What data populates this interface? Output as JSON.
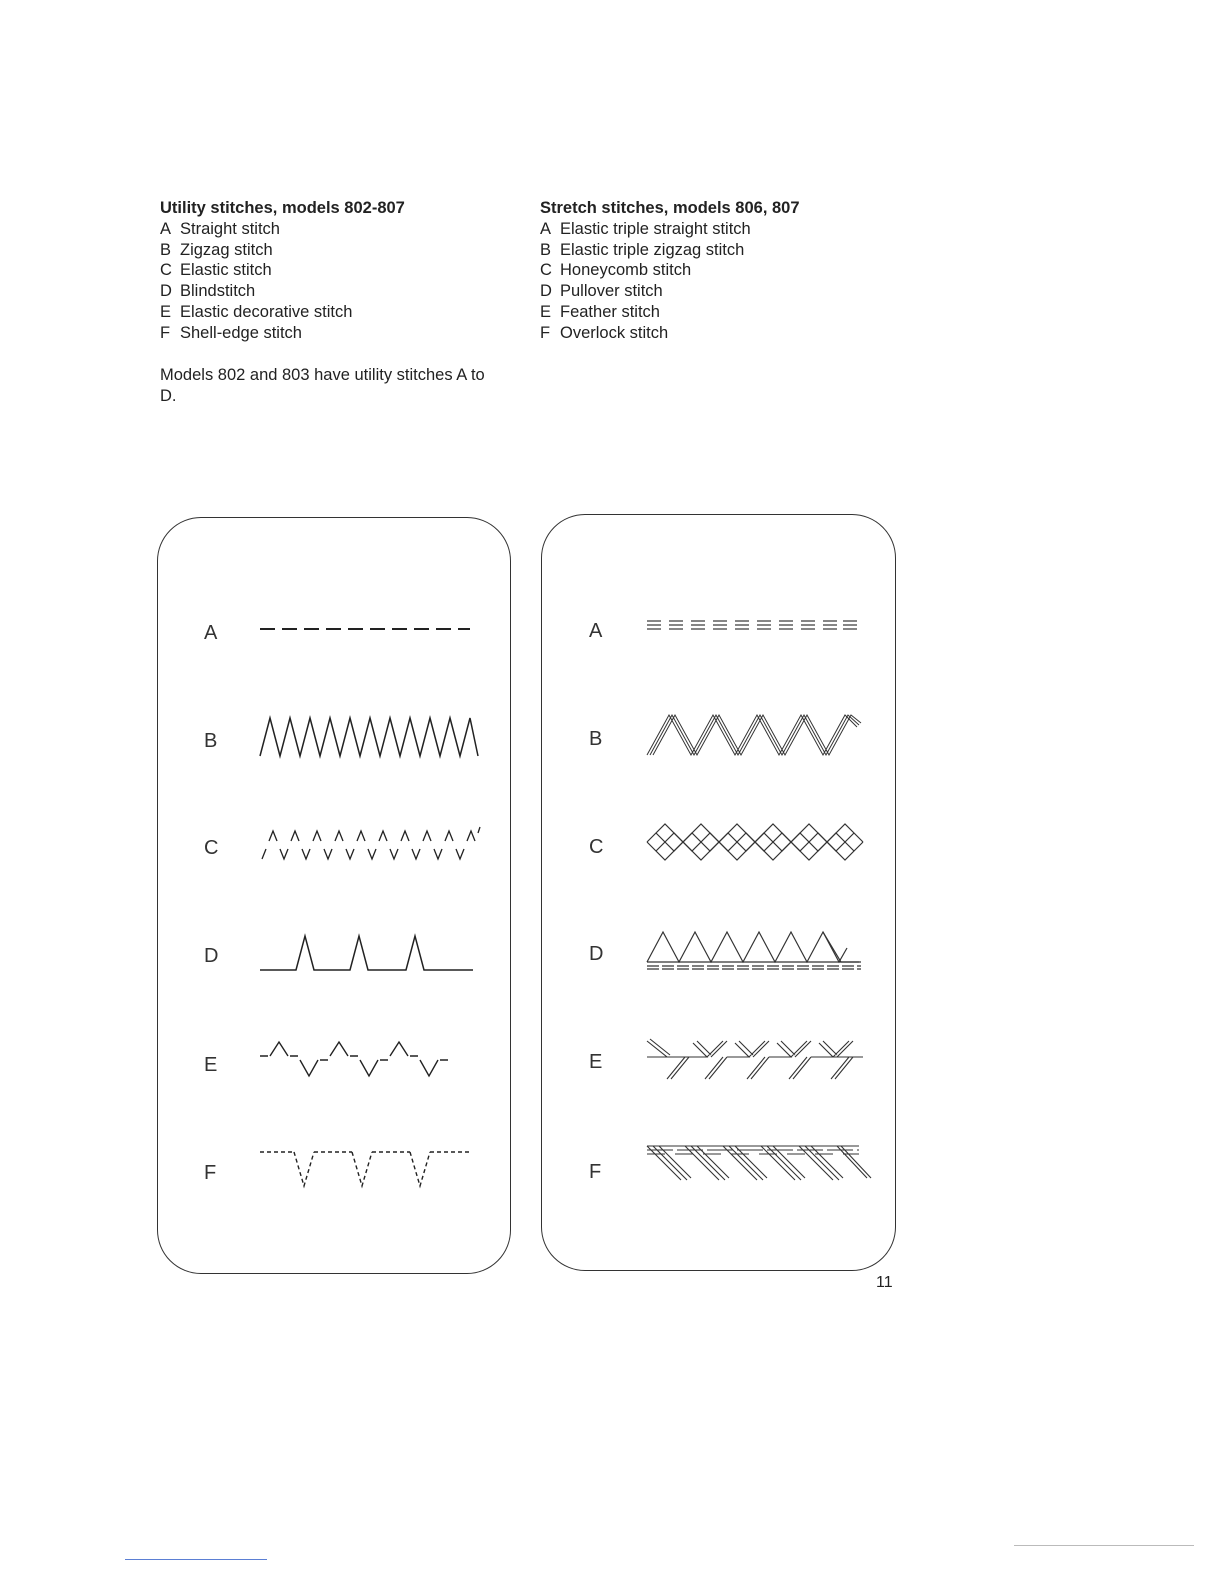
{
  "utility": {
    "heading": "Utility stitches, models 802-807",
    "items": [
      {
        "letter": "A",
        "label": "Straight stitch"
      },
      {
        "letter": "B",
        "label": "Zigzag stitch"
      },
      {
        "letter": "C",
        "label": "Elastic stitch"
      },
      {
        "letter": "D",
        "label": "Blindstitch"
      },
      {
        "letter": "E",
        "label": "Elastic decorative stitch"
      },
      {
        "letter": "F",
        "label": "Shell-edge stitch"
      }
    ],
    "note": "Models 802 and 803 have utility stitches A to D."
  },
  "stretch": {
    "heading": "Stretch stitches, models 806, 807",
    "items": [
      {
        "letter": "A",
        "label": "Elastic triple straight stitch"
      },
      {
        "letter": "B",
        "label": "Elastic triple zigzag stitch"
      },
      {
        "letter": "C",
        "label": "Honeycomb stitch"
      },
      {
        "letter": "D",
        "label": "Pullover stitch"
      },
      {
        "letter": "E",
        "label": "Feather stitch"
      },
      {
        "letter": "F",
        "label": "Overlock stitch"
      }
    ]
  },
  "panel_labels": [
    "A",
    "B",
    "C",
    "D",
    "E",
    "F"
  ],
  "page_number": "11"
}
